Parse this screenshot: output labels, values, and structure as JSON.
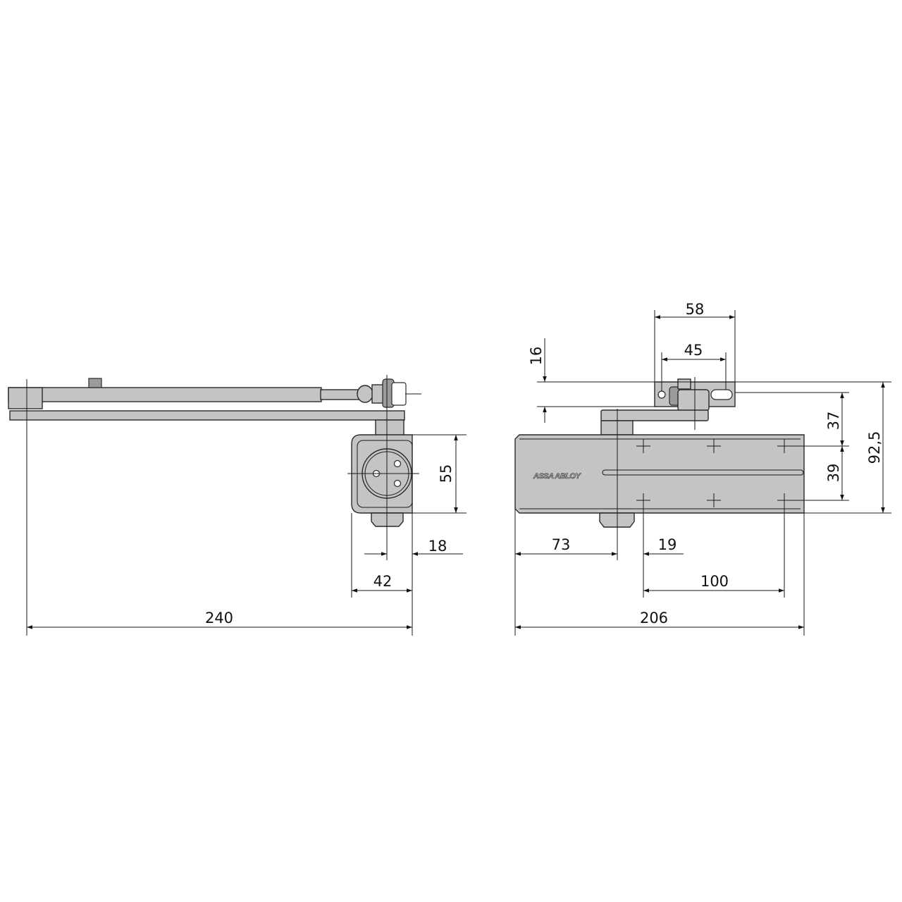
{
  "drawing": {
    "brand_logo": "ASSA ABLOY",
    "side_view": {
      "dimensions": {
        "overall_length": "240",
        "body_depth": "42",
        "axis_offset": "18",
        "body_height": "55"
      }
    },
    "front_view": {
      "dimensions": {
        "bracket_width": "58",
        "bracket_hole_spacing": "45",
        "bracket_height": "16",
        "bracket_to_holes": "37",
        "hole_vertical_spacing": "39",
        "overall_height": "92,5",
        "axis_from_left": "73",
        "axis_to_hole": "19",
        "hole_horizontal_spacing": "100",
        "body_length": "206"
      }
    },
    "colors": {
      "part_fill": "#c3c4c6",
      "line": "#1a1a1a"
    }
  }
}
